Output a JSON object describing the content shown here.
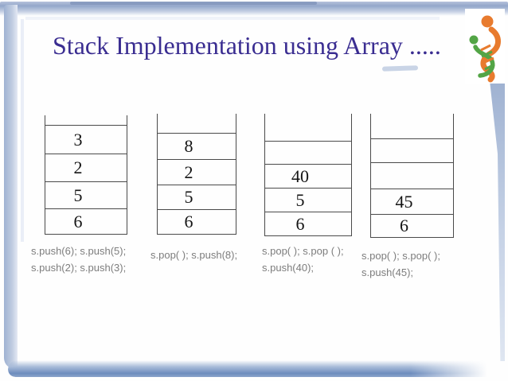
{
  "slide": {
    "title": "Stack Implementation using Array .....",
    "title_color": "#3a2d91"
  },
  "logo": {
    "name": "dna-helix-logo",
    "orange": "#e87b2e",
    "green": "#53a546"
  },
  "theme": {
    "border_blue": "#9fb2d2",
    "border_blue_dark": "#6d8cbd",
    "stack_line_color": "#4a4a4a",
    "caption_color": "#7d7d7d"
  },
  "stacks": [
    {
      "cells": [
        "3",
        "2",
        "5",
        "6"
      ],
      "caption_line1": "s.push(6); s.push(5);",
      "caption_line2": "s.push(2); s.push(3);"
    },
    {
      "cells": [
        "8",
        "2",
        "5",
        "6"
      ],
      "caption_line1": "s.pop( ); s.push(8);",
      "caption_line2": ""
    },
    {
      "cells": [
        "",
        "40",
        "5",
        "6"
      ],
      "caption_line1": "s.pop( ); s.pop ( );",
      "caption_line2": "s.push(40);"
    },
    {
      "cells": [
        "",
        "",
        "45",
        "6"
      ],
      "caption_line1": "s.pop( ); s.pop( );",
      "caption_line2": "s.push(45);"
    }
  ]
}
